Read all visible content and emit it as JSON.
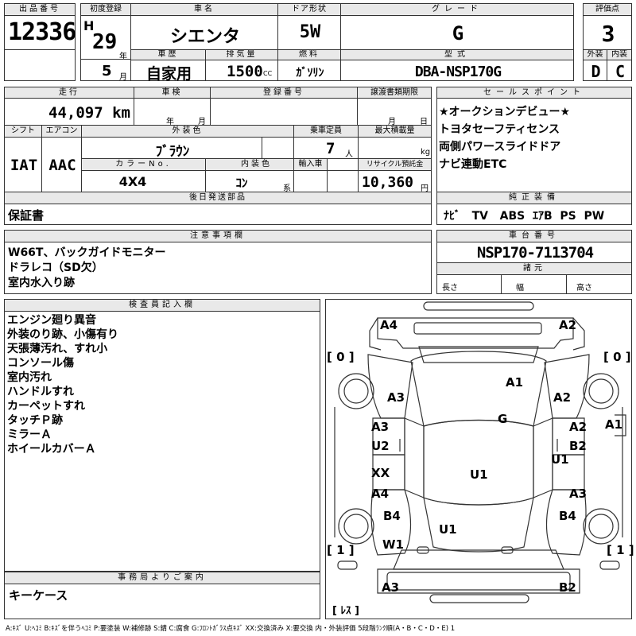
{
  "header": {
    "lot_no_label": "出品番号",
    "lot_no": "12336",
    "first_reg_label": "初度登録",
    "era": "H",
    "year": "29",
    "year_unit": "年",
    "month": "5",
    "month_unit": "月",
    "car_name_label": "車名",
    "car_name": "シエンタ",
    "car_history_label": "車歴",
    "car_history": "自家用",
    "displacement_label": "排気量",
    "displacement": "1500",
    "displacement_unit": "CC",
    "door_label": "ドア形状",
    "door": "5W",
    "fuel_label": "燃料",
    "fuel": "ｶﾞｿﾘﾝ",
    "grade_label": "グレード",
    "grade": "G",
    "model_label": "型式",
    "model": "DBA-NSP170G",
    "score_label": "評価点",
    "score": "3",
    "exterior_label": "外装",
    "exterior": "D",
    "interior_label": "内装",
    "interior": "C"
  },
  "details": {
    "mileage_label": "走行",
    "mileage": "44,097 km",
    "inspection_label": "車検",
    "inspection_year_unit": "年",
    "inspection_month_unit": "月",
    "reg_no_label": "登録番号",
    "transfer_label": "譲渡書類期限",
    "transfer_month_unit": "月",
    "transfer_day_unit": "日",
    "shift_label": "シフト",
    "shift": "IAT",
    "ac_label": "エアコン",
    "ac": "AAC",
    "ext_color_label": "外装色",
    "ext_color": "ﾌﾞﾗｳﾝ",
    "capacity_label": "乗車定員",
    "capacity": "7",
    "capacity_unit": "人",
    "max_load_label": "最大積載量",
    "max_load_unit": "kg",
    "color_no_label": "カラーNo.",
    "color_no": "4X4",
    "int_color_label": "内装色",
    "int_color": "ｺﾝ",
    "int_color_unit": "系",
    "import_label": "輸入車",
    "recycle_label": "リサイクル預託金",
    "recycle": "10,360",
    "recycle_unit": "円",
    "later_parts_label": "後日発送部品",
    "later_parts": "保証書"
  },
  "sales_points": {
    "label": "セールスポイント",
    "lines": [
      "★オークションデビュー★",
      "トヨタセーフティセンス",
      "両側パワースライドドア",
      "ナビ連動ETC"
    ]
  },
  "equipment": {
    "label": "純正装備",
    "items": [
      "ﾅﾋﾞ",
      "TV",
      "ABS",
      "ｴｱB",
      "PS",
      "PW"
    ]
  },
  "notes": {
    "label": "注意事項欄",
    "lines": [
      "W66T、バックガイドモニター",
      "ドラレコ（SD欠）",
      "室内水入り跡"
    ]
  },
  "chassis": {
    "label": "車台番号",
    "number": "NSP170-7113704",
    "specs_label": "諸元",
    "length_label": "長さ",
    "width_label": "幅",
    "height_label": "高さ"
  },
  "inspector": {
    "label": "検査員記入欄",
    "lines": [
      "エンジン廻り異音",
      "外装のり跡、小傷有り",
      "天張薄汚れ、すれ小",
      "コンソール傷",
      "室内汚れ",
      "ハンドルすれ",
      "カーペットすれ",
      "タッチＰ跡",
      "ミラーＡ",
      "ホイールカバーＡ"
    ]
  },
  "office": {
    "label": "事務局よりご案内",
    "text": "キーケース"
  },
  "diagram": {
    "marks": {
      "a4_fr": "A4",
      "a2_fr": "A2",
      "bracket_left": "[ 0 ]",
      "bracket_right": "[ 0 ]",
      "a1_hood": "A1",
      "a3_lfender": "A3",
      "a2_rfender": "A2",
      "a1_rmirror": "A1",
      "g_glass": "G",
      "a3_ldoor": "A3",
      "u2_ldoor": "U2",
      "a2_rdoor": "A2",
      "b2_rdoor": "B2",
      "u1_rdoor": "U1",
      "u1_roof": "U1",
      "xx_lrear": "XX",
      "a4_lrear": "A4",
      "a3_rrear": "A3",
      "b4_lrear": "B4",
      "b4_rrear": "B4",
      "u1_rearglass": "U1",
      "w1_left": "W1",
      "bracket_bl": "[ 1 ]",
      "bracket_br": "[ 1 ]",
      "a3_rearbumper": "A3",
      "b2_rearbumper": "B2",
      "spare": "[ ﾚｽ ]"
    }
  },
  "legend": "A:ｷｽﾞ U:ﾍｺﾐ B:ｷｽﾞを伴うﾍｺﾐ P:要塗装 W:補修跡 S:錆 C:腐食 G:ﾌﾛﾝﾄｶﾞﾗｽ点ｷｽﾞ XX:交換済み X:要交換 内・外装評価 5段階ﾗﾝｸ順(A・B・C・D・E) 1"
}
